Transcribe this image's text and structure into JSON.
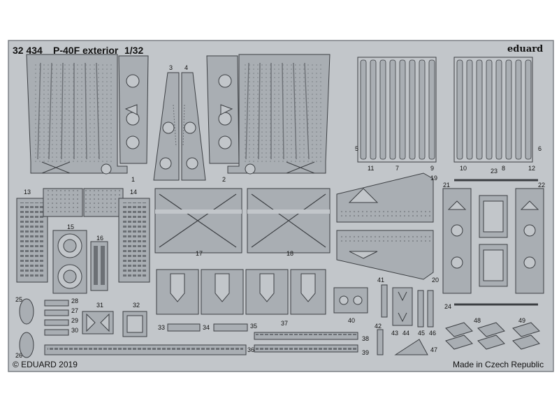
{
  "sheet": {
    "set_number": "32 434",
    "title": "P-40F exterior",
    "scale": "1/32",
    "brand": "eduard",
    "copyright": "© EDUARD 2019",
    "origin": "Made in Czech Republic"
  },
  "part_numbers": [
    "1",
    "2",
    "3",
    "4",
    "5",
    "6",
    "7",
    "8",
    "9",
    "10",
    "11",
    "12",
    "13",
    "14",
    "15",
    "16",
    "17",
    "18",
    "19",
    "20",
    "21",
    "22",
    "23",
    "24",
    "25",
    "26",
    "27",
    "28",
    "29",
    "30",
    "31",
    "32",
    "33",
    "34",
    "35",
    "36",
    "37",
    "38",
    "39",
    "40",
    "41",
    "42",
    "43",
    "44",
    "45",
    "46",
    "47",
    "48",
    "49"
  ],
  "colors": {
    "fret": "#c2c6ca",
    "fret_edge": "#7d8186",
    "part": "#a9aeb3",
    "part_edge": "#3c3f43",
    "rivet": "#5a5e63",
    "background": "#ffffff"
  }
}
